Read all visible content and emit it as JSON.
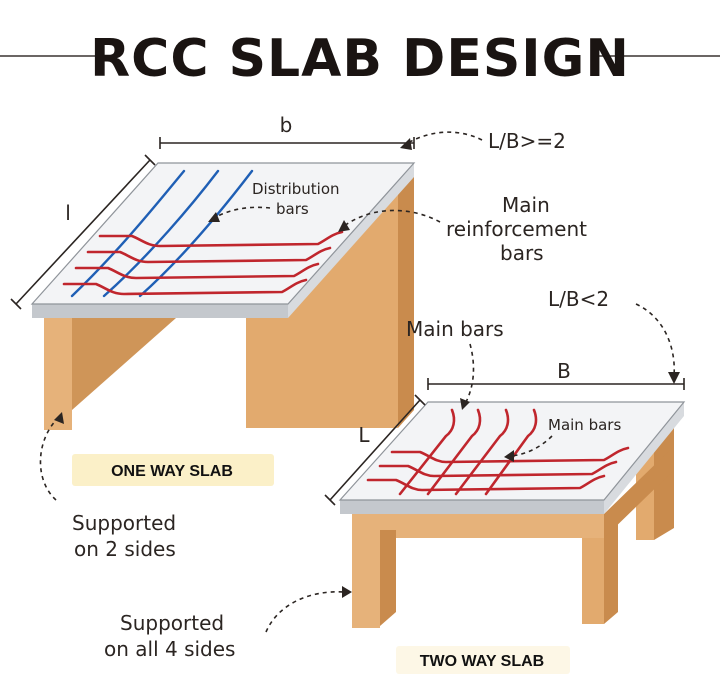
{
  "title": "RCC SLAB DESIGN",
  "one_way": {
    "label": "ONE WAY SLAB",
    "dim_width": "b",
    "dim_length": "l",
    "ratio": "L/B>=2",
    "distribution_label_line1": "Distribution",
    "distribution_label_line2": "bars",
    "main_label_line1": "Main",
    "main_label_line2": "reinforcement",
    "main_label_line3": "bars",
    "support_line1": "Supported",
    "support_line2": "on 2 sides"
  },
  "two_way": {
    "label": "TWO WAY SLAB",
    "dim_width": "B",
    "dim_length": "L",
    "ratio": "L/B<2",
    "main_bars_label": "Main bars",
    "main_bars_label_inner": "Main bars",
    "support_line1": "Supported",
    "support_line2": "on all 4 sides"
  },
  "colors": {
    "main_bars": "#c0262d",
    "distribution_bars": "#1f5fb5",
    "wood": "#e0a769",
    "slab": "#f3f4f6",
    "label_highlight": "#fbf0c8"
  }
}
